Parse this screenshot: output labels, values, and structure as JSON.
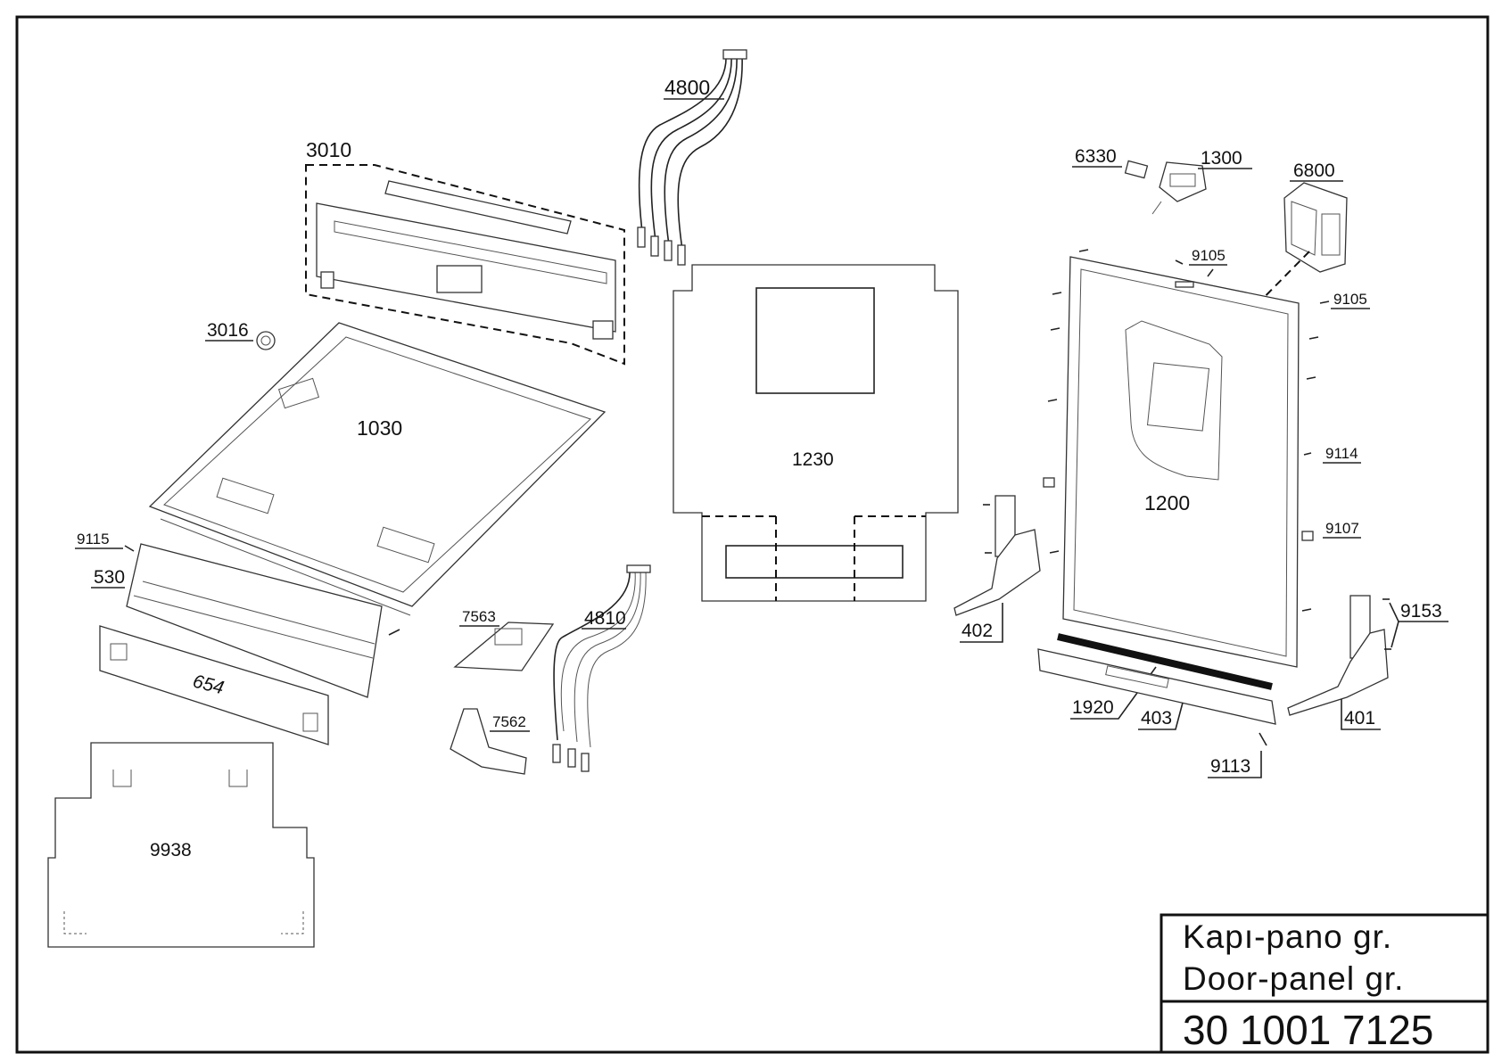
{
  "title_block": {
    "title_tr": "Kapı-pano gr.",
    "title_en": "Door-panel gr.",
    "drawing_number": "30 1001 7125"
  },
  "part_labels": {
    "p4800": "4800",
    "p3010": "3010",
    "p3016": "3016",
    "p1030": "1030",
    "p9115": "9115",
    "p530": "530",
    "p654": "654",
    "p9938": "9938",
    "p7563": "7563",
    "p7562": "7562",
    "p4810": "4810",
    "p1230": "1230",
    "p6330": "6330",
    "p1300": "1300",
    "p6800": "6800",
    "p9105a": "9105",
    "p9105b": "9105",
    "p9114": "9114",
    "p1200": "1200",
    "p9107": "9107",
    "p402": "402",
    "p9153": "9153",
    "p1920": "1920",
    "p403": "403",
    "p401": "401",
    "p9113": "9113"
  }
}
